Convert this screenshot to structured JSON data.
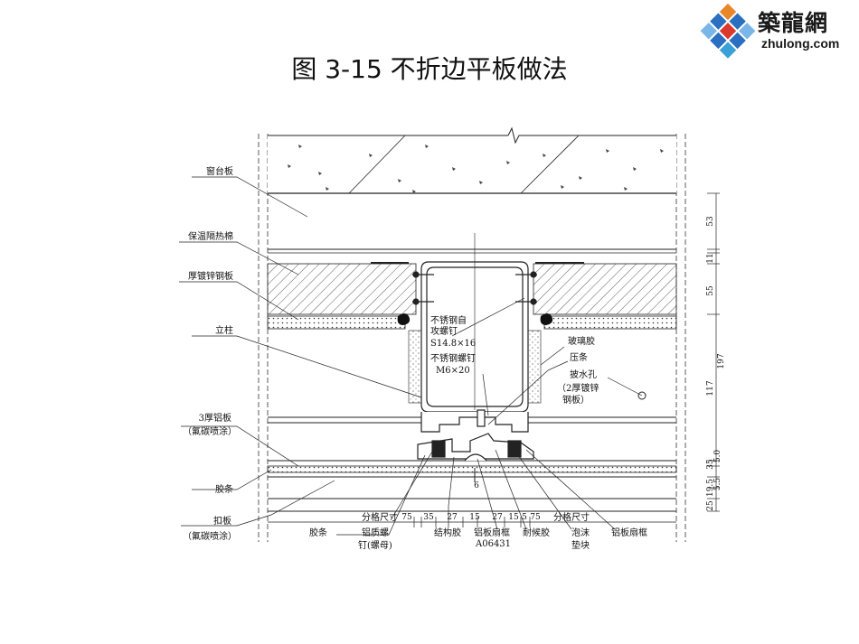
{
  "title": "图 3-15  不折边平板做法",
  "logo": {
    "brand": "築龍網",
    "url": "zhulong.com"
  },
  "labels": {
    "sill_board": "窗台板",
    "insulation": "保温隔热棉",
    "galv_plate": "厚镀锌钢板",
    "mullion": "立柱",
    "alu_3mm": "3厚铝板",
    "alu_3mm_sub": "（氟碳喷涂）",
    "rubber_strip_left": "胶条",
    "cover_plate": "扣板",
    "cover_plate_sub": "（氟碳喷涂）",
    "screw1_a": "不锈钢自",
    "screw1_b": "攻螺钉",
    "screw1_c": "S14.8×16",
    "screw2_a": "不锈钢螺钉",
    "screw2_b": "M6×20",
    "glass_glue": "玻璃胶",
    "press_strip": "压条",
    "drain_a": "披水孔",
    "drain_b": "（2厚镀锌",
    "drain_c": "钢板）",
    "b_rubber": "胶条",
    "b_grid_left": "分格尺寸",
    "b_grid_right": "分格尺寸",
    "b_alu_screw_a": "铝质螺",
    "b_alu_screw_b": "钉(螺母)",
    "b_struct_glue": "结构胶",
    "b_frame_a": "铝板扇框",
    "b_frame_code": "A06431",
    "b_weather_glue": "耐候胶",
    "b_foam_a": "泡沫",
    "b_foam_b": "垫块",
    "b_frame_b": "铝板扇框"
  },
  "dims_right": [
    "53",
    "11",
    "55",
    "197",
    "117",
    "35",
    "5.0",
    "19.5",
    "5.5",
    "25"
  ],
  "dims_bottom": [
    "75",
    "35",
    "27",
    "15",
    "27",
    "15",
    "5",
    "75",
    "6"
  ]
}
